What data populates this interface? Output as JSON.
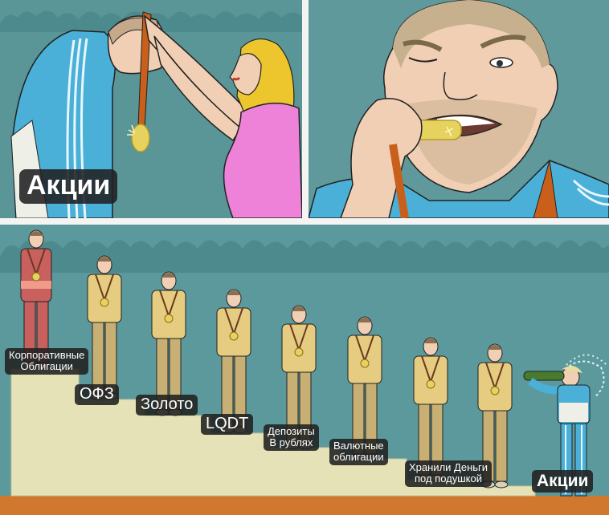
{
  "meme": {
    "panels": [
      {
        "id": "top-left",
        "scene": "woman placing gold medal on bowing athlete in blue tracksuit",
        "label": "Акции"
      },
      {
        "id": "top-right",
        "scene": "athlete winking and biting gold medal"
      },
      {
        "id": "bottom",
        "scene": "athletes standing on descending podium steps, winner drinking champagne at the lowest spot",
        "steps": [
          {
            "rank": 1,
            "label_line1": "Корпоративные",
            "label_line2": "Облигации",
            "suit": "red"
          },
          {
            "rank": 2,
            "label": "ОФЗ",
            "suit": "yellow"
          },
          {
            "rank": 3,
            "label": "Золото",
            "suit": "yellow"
          },
          {
            "rank": 4,
            "label": "LQDT",
            "suit": "yellow"
          },
          {
            "rank": 5,
            "label_line1": "Депозиты",
            "label_line2": "В рублях",
            "suit": "yellow"
          },
          {
            "rank": 6,
            "label_line1": "Валютные",
            "label_line2": "облигации",
            "suit": "yellow"
          },
          {
            "rank": 7,
            "label_line1": "Хранили Деньги",
            "label_line2": "под подушкой",
            "suit": "yellow"
          },
          {
            "rank": 8,
            "label": "Акции",
            "suit": "blue"
          }
        ]
      }
    ],
    "colors": {
      "background_teal": "#5c999c",
      "crowd_silhouette": "#4d8a8d",
      "podium": "#e6e2b8",
      "floor_orange": "#d0782e",
      "tracksuit_blue": "#4ab0d8",
      "tracksuit_yellow": "#e6cc80",
      "tracksuit_red": "#c8605e",
      "skin": "#f0cfb4",
      "hair_blonde": "#ecc62c",
      "dress_pink": "#ee82d8",
      "medal_gold": "#e6d25e",
      "ribbon": "#c8601c"
    }
  }
}
